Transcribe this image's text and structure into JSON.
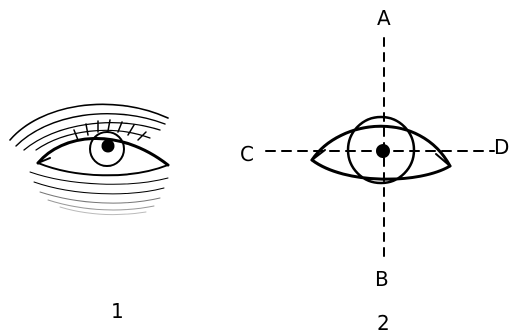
{
  "figure1": {
    "number_label": "1"
  },
  "figure2": {
    "number_label": "2",
    "axis_labels": {
      "top": "A",
      "bottom": "B",
      "left": "C",
      "right": "D"
    }
  },
  "colors": {
    "ink": "#000000",
    "background": "#ffffff"
  }
}
